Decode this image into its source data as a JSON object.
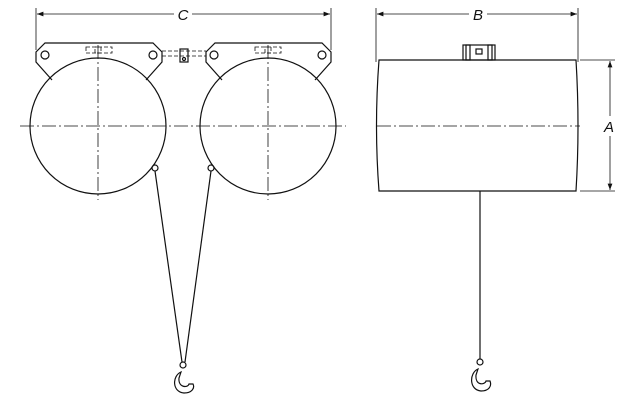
{
  "labels": {
    "width_dual": "C",
    "length": "B",
    "height": "A"
  },
  "line_color": "#111111"
}
